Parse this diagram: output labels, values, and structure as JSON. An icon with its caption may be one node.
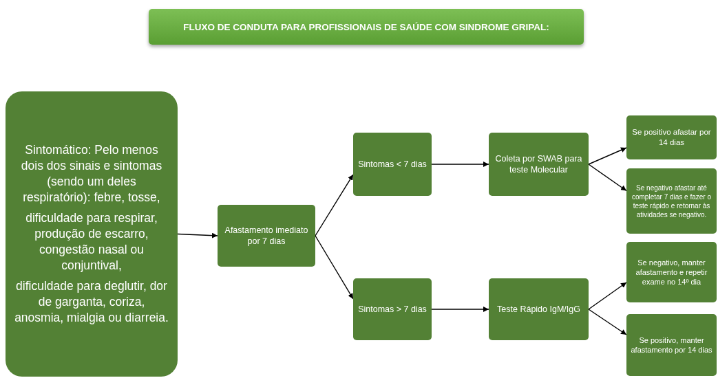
{
  "diagram": {
    "title": "FLUXO DE CONDUTA PARA PROFISSIONAIS DE SAÚDE COM SINDROME GRIPAL:",
    "nodes": [
      {
        "text": [
          "Sintomático: Pelo menos dois dos sinais e sintomas (sendo um deles respiratório): febre, tosse,",
          "dificuldade para respirar, produção de escarro, congestão nasal ou conjuntival,",
          "dificuldade para deglutir, dor de garganta, coriza, anosmia, mialgia ou diarreia."
        ]
      },
      {
        "text": [
          "Afastamento imediato por 7 dias"
        ]
      },
      {
        "text": [
          "Sintomas < 7 dias"
        ]
      },
      {
        "text": [
          "Sintomas > 7 dias"
        ]
      },
      {
        "text": [
          "Coleta por SWAB para teste Molecular"
        ]
      },
      {
        "text": [
          "Teste Rápido  IgM/IgG"
        ]
      },
      {
        "text": [
          "Se positivo afastar por 14 dias"
        ]
      },
      {
        "text": [
          "Se negativo afastar até completar 7 dias  e fazer o teste rápido e retornar às atividades se negativo."
        ]
      },
      {
        "text": [
          "Se negativo, manter afastamento e repetir exame no 14º dia"
        ]
      },
      {
        "text": [
          "Se positivo, manter afastamento por 14 dias"
        ]
      }
    ],
    "edges": [
      {
        "from": 0,
        "to": 1,
        "arrow": "to"
      },
      {
        "from": 1,
        "to": 2,
        "arrow": "to"
      },
      {
        "from": 1,
        "to": 3,
        "arrow": "to"
      },
      {
        "from": 2,
        "to": 4,
        "arrow": "to"
      },
      {
        "from": 3,
        "to": 5,
        "arrow": "to"
      },
      {
        "from": 4,
        "to": 6,
        "arrow": "to"
      },
      {
        "from": 4,
        "to": 7,
        "arrow": "to"
      },
      {
        "from": 5,
        "to": 8,
        "arrow": "to"
      },
      {
        "from": 5,
        "to": 9,
        "arrow": "to"
      }
    ]
  }
}
